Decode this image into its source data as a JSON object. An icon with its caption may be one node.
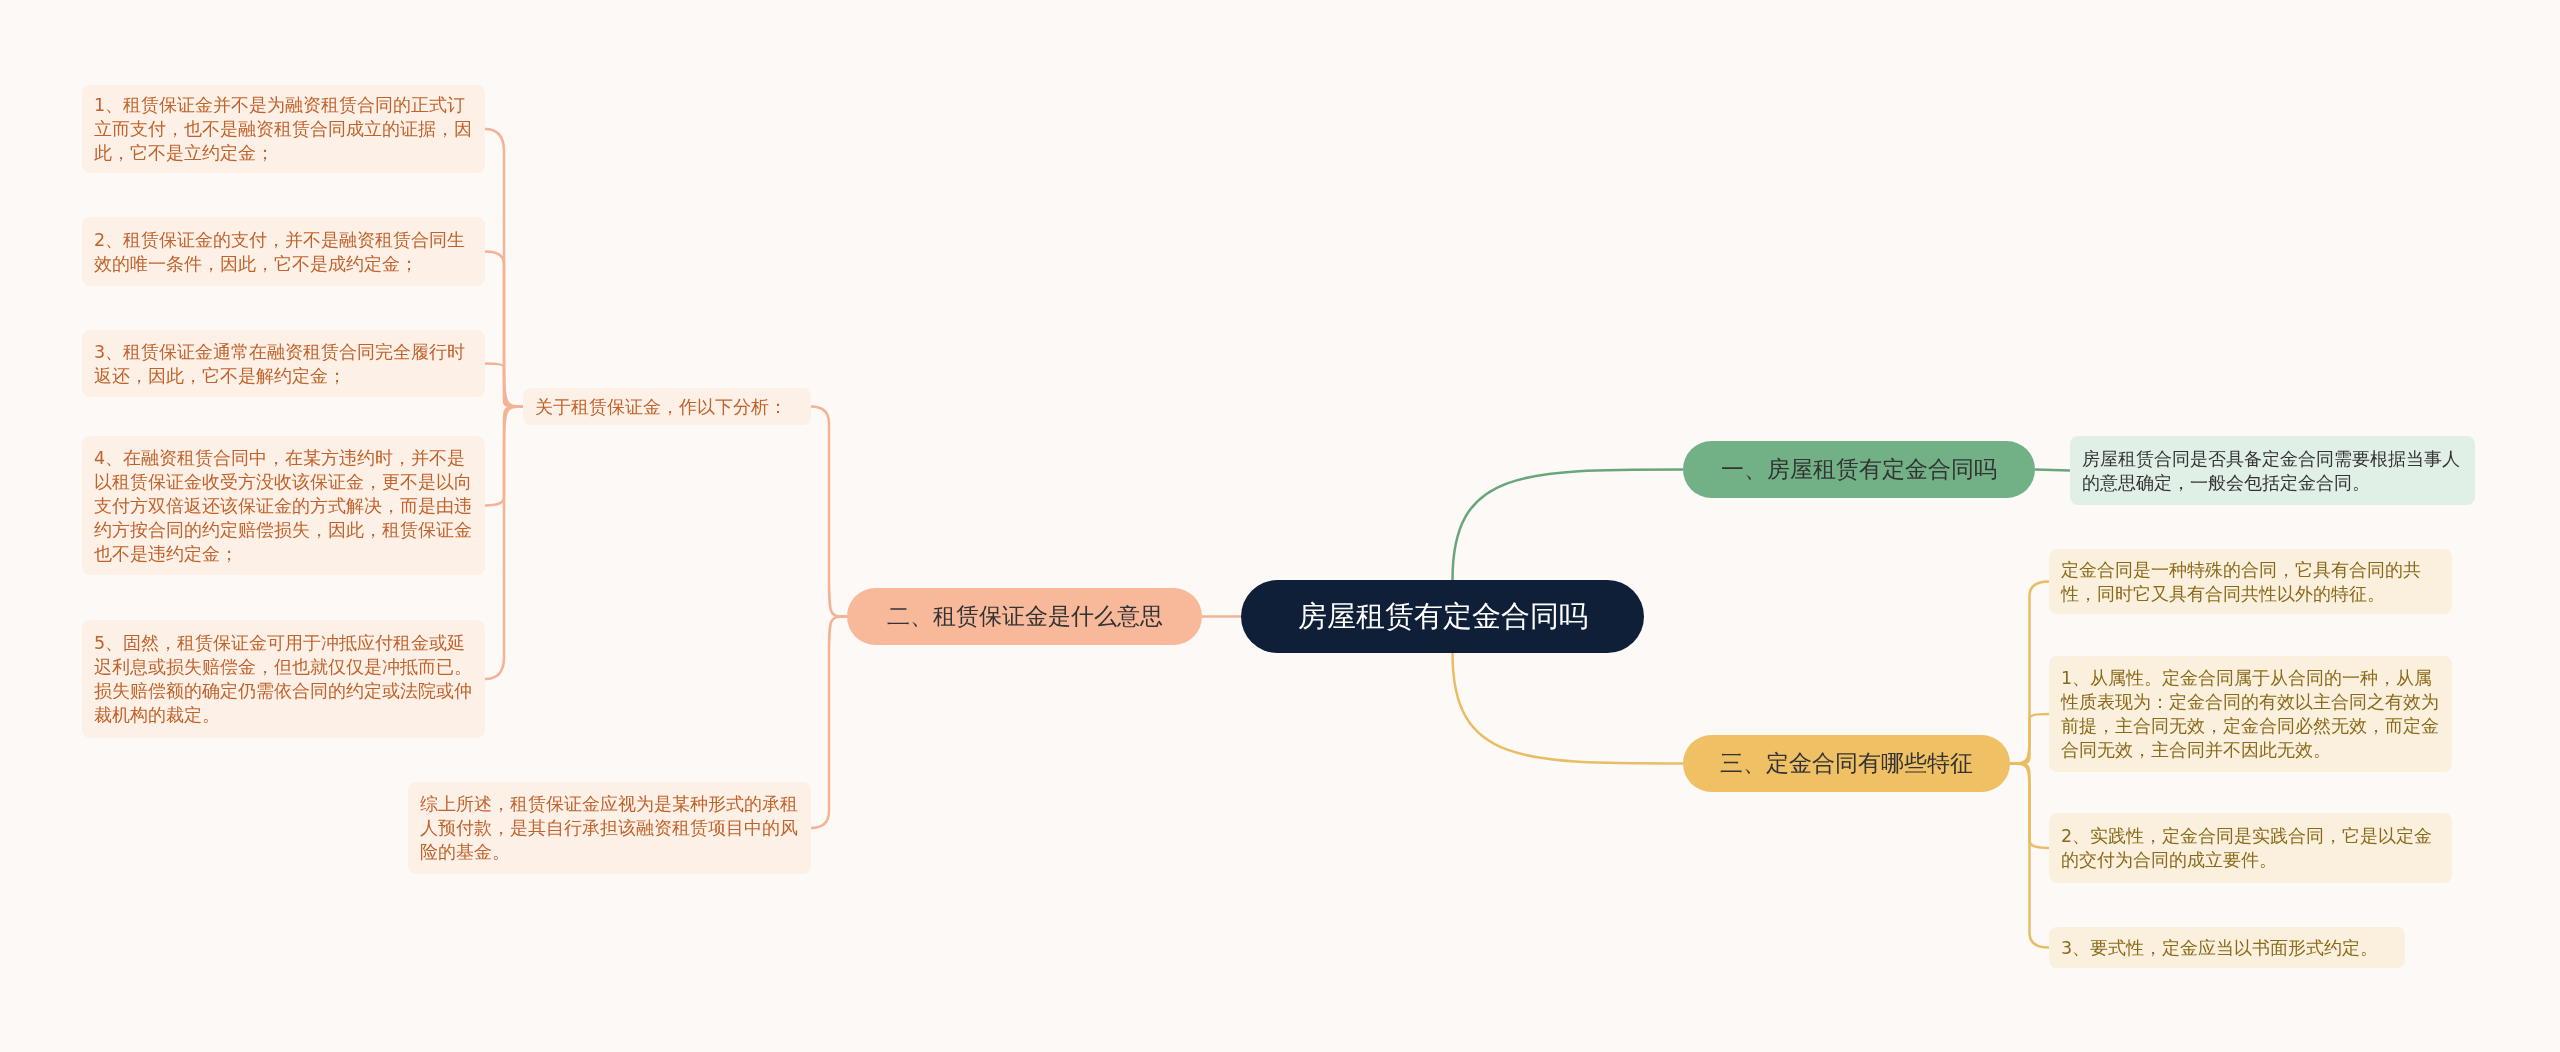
{
  "diagram": {
    "nodes": [
      {
        "text": [
          "房屋租赁有定金合同吗"
        ]
      },
      {
        "text": [
          "一、房屋租赁有定金合同吗"
        ]
      },
      {
        "text": [
          "房屋租赁合同是否具备定金合同需要根据当事人的意思确定，一般会包括定金合同。"
        ]
      },
      {
        "text": [
          "二、租赁保证金是什么意思"
        ]
      },
      {
        "text": [
          "关于租赁保证金，作以下分析："
        ]
      },
      {
        "text": [
          "1、租赁保证金并不是为融资租赁合同的正式订立而支付，也不是融资租赁合同成立的证据，因此，它不是立约定金；"
        ]
      },
      {
        "text": [
          "2、租赁保证金的支付，并不是融资租赁合同生效的唯一条件，因此，它不是成约定金；"
        ]
      },
      {
        "text": [
          "3、租赁保证金通常在融资租赁合同完全履行时返还，因此，它不是解约定金；"
        ]
      },
      {
        "text": [
          "4、在融资租赁合同中，在某方违约时，并不是以租赁保证金收受方没收该保证金，更不是以向支付方双倍返还该保证金的方式解决，而是由违约方按合同的约定赔偿损失，因此，租赁保证金也不是违约定金；"
        ]
      },
      {
        "text": [
          "5、固然，租赁保证金可用于冲抵应付租金或延迟利息或损失赔偿金，但也就仅仅是冲抵而已。损失赔偿额的确定仍需依合同的约定或法院或仲裁机构的裁定。"
        ]
      },
      {
        "text": [
          "综上所述，租赁保证金应视为是某种形式的承租人预付款，是其自行承担该融资租赁项目中的风险的基金。"
        ]
      },
      {
        "text": [
          "三、定金合同有哪些特征"
        ]
      },
      {
        "text": [
          "定金合同是一种特殊的合同，它具有合同的共性，同时它又具有合同共性以外的特征。"
        ]
      },
      {
        "text": [
          "1、从属性。定金合同属于从合同的一种，从属性质表现为：定金合同的有效以主合同之有效为前提，主合同无效，定金合同必然无效，而定金合同无效，主合同并不因此无效。"
        ]
      },
      {
        "text": [
          "2、实践性，定金合同是实践合同，它是以定金的交付为合同的成立要件。"
        ]
      },
      {
        "text": [
          "3、要式性，定金应当以书面形式约定。"
        ]
      }
    ],
    "edges": [
      {
        "from": 0,
        "to": 1,
        "arrow": "none",
        "color": "#6aa67c"
      },
      {
        "from": 1,
        "to": 2,
        "arrow": "none",
        "color": "#6aa67c"
      },
      {
        "from": 0,
        "to": 3,
        "arrow": "none"
      },
      {
        "from": 3,
        "to": 4,
        "arrow": "none"
      },
      {
        "from": 4,
        "to": 5,
        "arrow": "none"
      },
      {
        "from": 4,
        "to": 6,
        "arrow": "none"
      },
      {
        "from": 4,
        "to": 7,
        "arrow": "none"
      },
      {
        "from": 4,
        "to": 8,
        "arrow": "none"
      },
      {
        "from": 4,
        "to": 9,
        "arrow": "none"
      },
      {
        "from": 3,
        "to": 10,
        "arrow": "none"
      },
      {
        "from": 0,
        "to": 11,
        "arrow": "none",
        "color": "#e8bd65"
      },
      {
        "from": 11,
        "to": 12,
        "arrow": "none",
        "color": "#e8bd65"
      },
      {
        "from": 11,
        "to": 13,
        "arrow": "none",
        "color": "#e8bd65"
      },
      {
        "from": 11,
        "to": 14,
        "arrow": "none",
        "color": "#e8bd65"
      },
      {
        "from": 11,
        "to": 15,
        "arrow": "none",
        "color": "#e8bd65"
      }
    ]
  }
}
